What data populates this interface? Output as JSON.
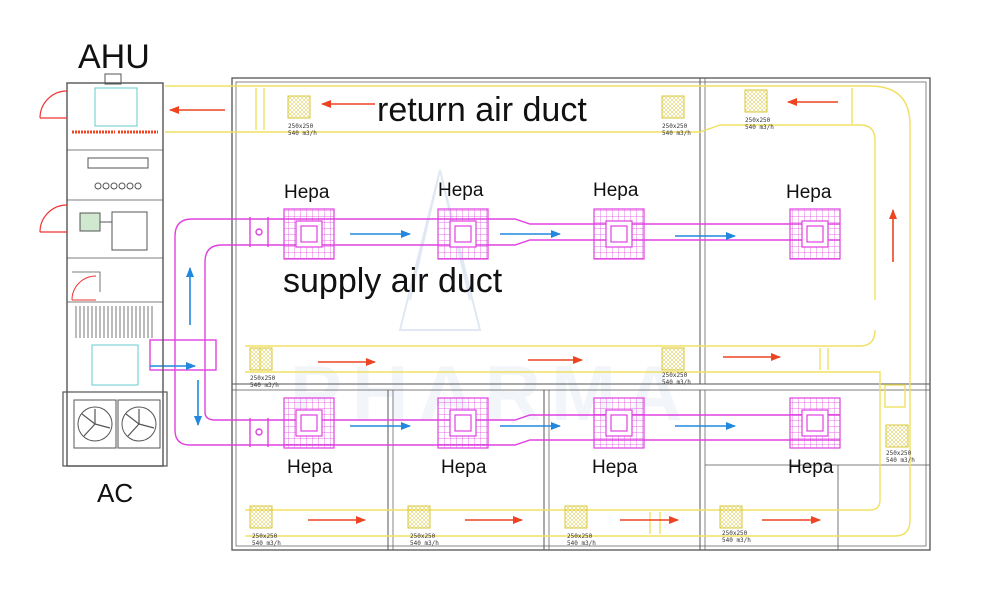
{
  "labels": {
    "ahu": "AHU",
    "ac": "AC",
    "return_duct": "return air duct",
    "supply_duct": "supply air duct",
    "watermark": "PHARMA"
  },
  "hepa_label": "Hepa",
  "diffuser_size": "250x250",
  "diffuser_flow": "540 m3/h",
  "colors": {
    "supply": "#e040e0",
    "return": "#f0e060",
    "arrow_red": "#ee4422",
    "arrow_blue": "#2288dd",
    "wall": "#555555",
    "door": "#ee3333"
  }
}
